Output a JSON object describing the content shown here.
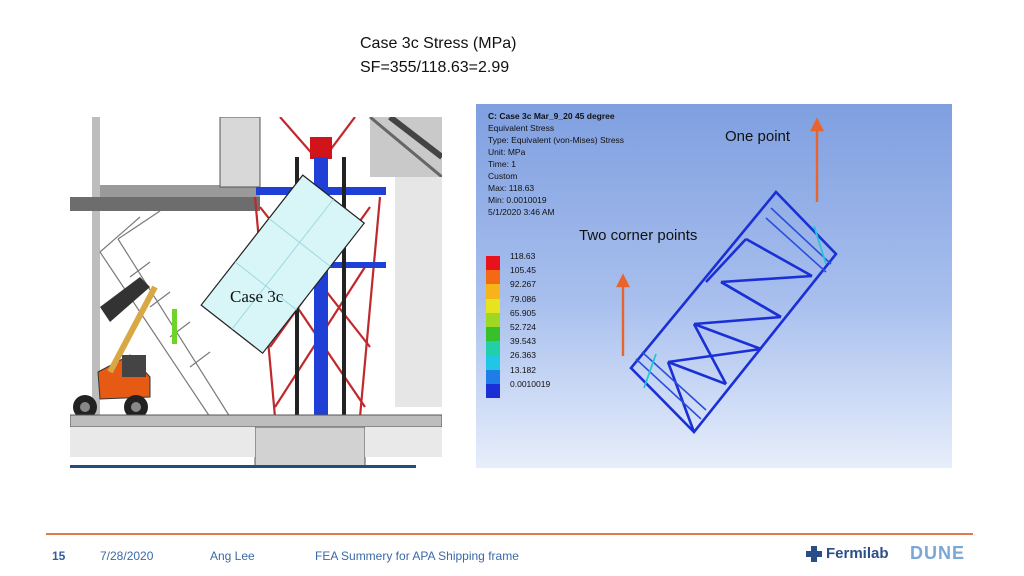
{
  "title": {
    "line1": "Case 3c Stress (MPa)",
    "line2": "SF=355/118.63=2.99"
  },
  "left_panel": {
    "case_label": "Case 3c"
  },
  "right_panel": {
    "header": "C: Case 3c Mar_9_20 45 degree",
    "info": [
      "Equivalent Stress",
      "Type: Equivalent (von-Mises) Stress",
      "Unit: MPa",
      "Time: 1",
      "Custom",
      "Max: 118.63",
      "Min: 0.0010019",
      "5/1/2020 3:46 AM"
    ],
    "scale": [
      {
        "label": "118.63",
        "color": "#e8121c"
      },
      {
        "label": "105.45",
        "color": "#f46a14"
      },
      {
        "label": "92.267",
        "color": "#f6b31a"
      },
      {
        "label": "79.086",
        "color": "#e6e41e"
      },
      {
        "label": "65.905",
        "color": "#9ed822"
      },
      {
        "label": "52.724",
        "color": "#38c02c"
      },
      {
        "label": "39.543",
        "color": "#22d0a8"
      },
      {
        "label": "26.363",
        "color": "#20c6e6"
      },
      {
        "label": "13.182",
        "color": "#1f7de8"
      },
      {
        "label": "0.0010019",
        "color": "#1b2fd6"
      }
    ],
    "annotation_one": "One point",
    "annotation_two": "Two corner points"
  },
  "footer": {
    "page": "15",
    "date": "7/28/2020",
    "author": "Ang Lee",
    "topic": "FEA Summery for APA Shipping frame",
    "logo_fermilab": "Fermilab",
    "logo_dune": "DUNE"
  },
  "colors": {
    "accent_line": "#e07a4a",
    "footer_text": "#3a6aa8",
    "arrow": "#e8642c",
    "frame_blue": "#1b2fd6"
  }
}
